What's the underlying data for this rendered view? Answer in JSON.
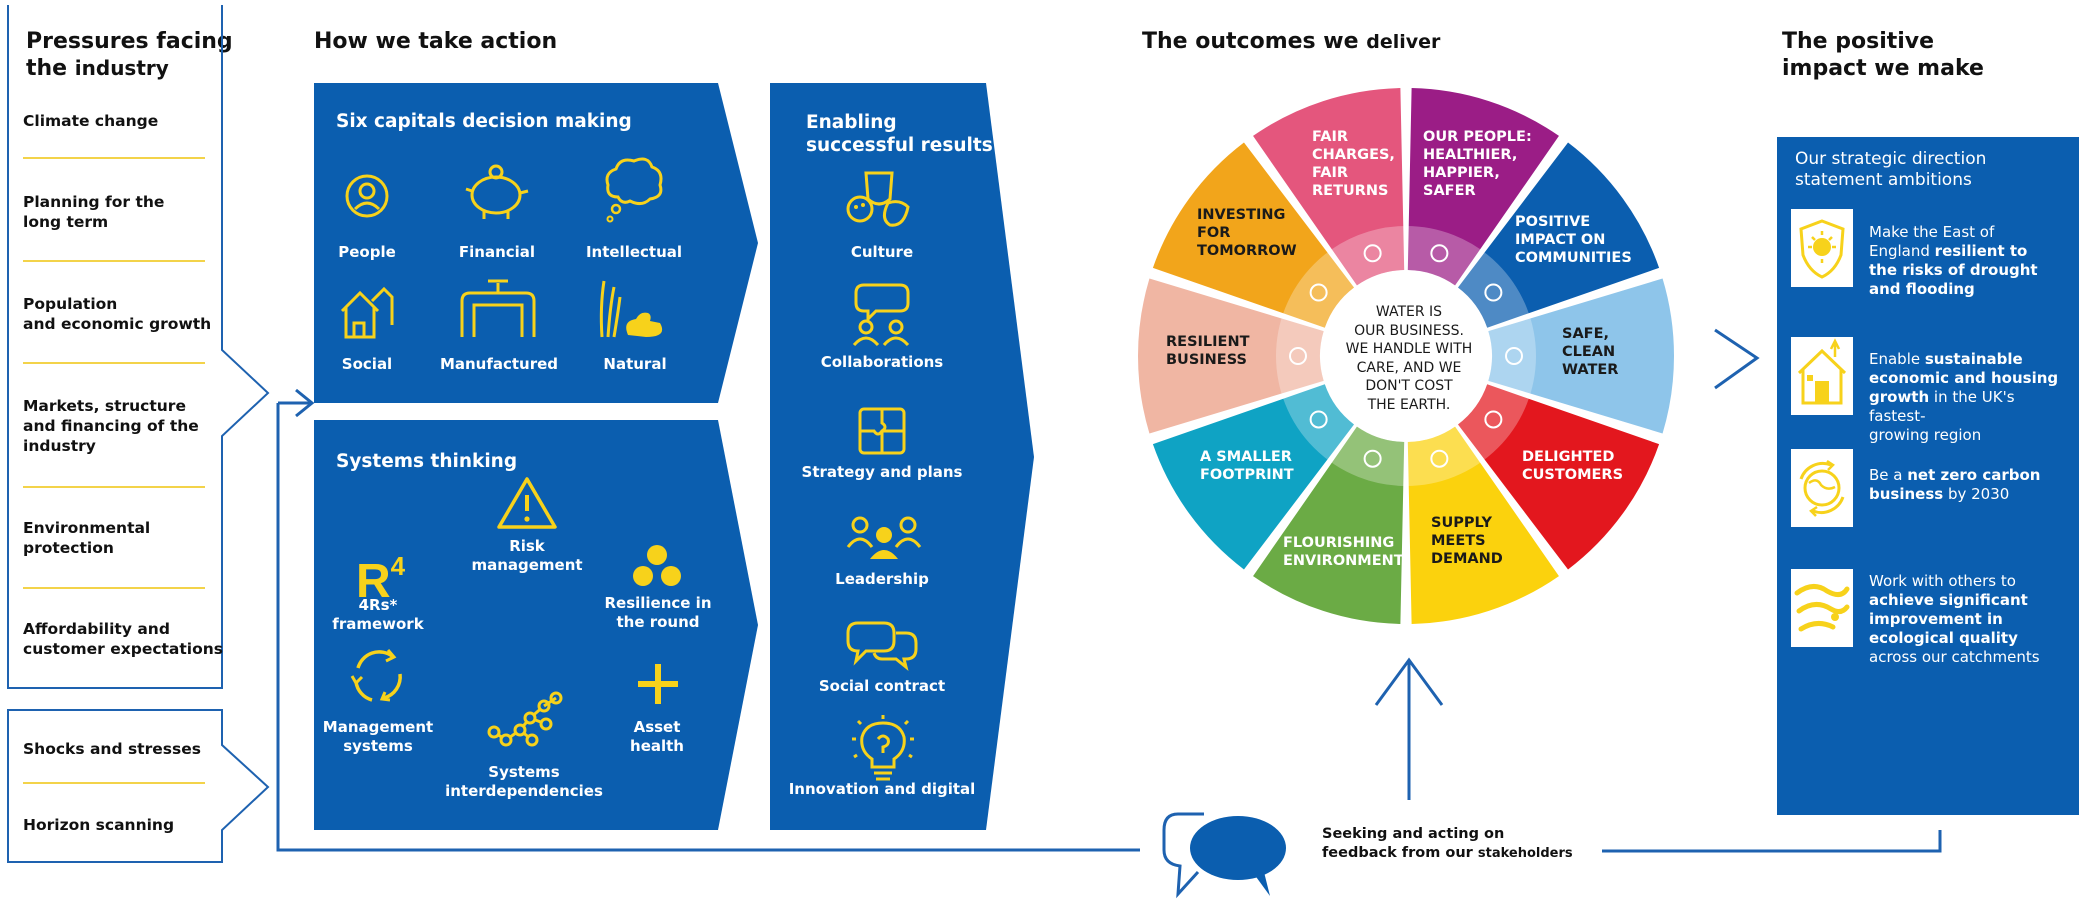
{
  "colors": {
    "brand_blue": "#0b5eaf",
    "accent_yellow": "#f7d21b",
    "outline_blue": "#1e62b0"
  },
  "pressures": {
    "title_line1": "Pressures facing",
    "title_line2a": "the",
    "title_line2b": "industry",
    "items": [
      {
        "line1": "Climate change",
        "line2": ""
      },
      {
        "line1": "Planning for the",
        "line2": "long term"
      },
      {
        "line1": "Population",
        "line2": "and economic growth"
      },
      {
        "line1": "Markets, structure",
        "line2": "and financing of the",
        "line3": "industry"
      },
      {
        "line1": "Environmental",
        "line2": "protection"
      },
      {
        "line1": "Affordability and",
        "line2": "customer expectations"
      }
    ],
    "shocks": [
      "Shocks and stresses",
      "Horizon scanning"
    ]
  },
  "action": {
    "title": "How we take action",
    "six_capitals": {
      "title": "Six capitals decision making",
      "items": [
        {
          "label": "People",
          "icon": "person-icon"
        },
        {
          "label": "Financial",
          "icon": "piggy-bank-icon"
        },
        {
          "label": "Intellectual",
          "icon": "thought-cloud-icon"
        },
        {
          "label": "Social",
          "icon": "houses-icon"
        },
        {
          "label": "Manufactured",
          "icon": "pipeline-icon"
        },
        {
          "label": "Natural",
          "icon": "duck-reeds-icon"
        }
      ]
    },
    "systems": {
      "title": "Systems thinking",
      "r4_main": "R",
      "r4_sup": "4",
      "items": [
        {
          "line1": "Risk",
          "line2": "management",
          "icon": "warning-icon"
        },
        {
          "line1": "4Rs*",
          "line2": "framework",
          "icon": "r4-icon"
        },
        {
          "line1": "Resilience in",
          "line2": "the round",
          "icon": "three-circles-icon"
        },
        {
          "line1": "Management",
          "line2": "systems",
          "icon": "cycle-arrows-icon"
        },
        {
          "line1": "Systems",
          "line2": "interdependencies",
          "icon": "network-icon"
        },
        {
          "line1": "Asset",
          "line2": "health",
          "icon": "plus-icon"
        }
      ]
    },
    "enabling": {
      "title_line1": "Enabling",
      "title_line2": "successful results",
      "items": [
        {
          "label": "Culture",
          "icon": "masks-icon"
        },
        {
          "label": "Collaborations",
          "icon": "people-chat-icon"
        },
        {
          "label": "Strategy and plans",
          "icon": "puzzle-icon"
        },
        {
          "label": "Leadership",
          "icon": "group-icon"
        },
        {
          "label": "Social contract",
          "icon": "speech-bubbles-icon"
        },
        {
          "label": "Innovation and digital",
          "icon": "lightbulb-icon"
        }
      ]
    }
  },
  "outcomes": {
    "title_a": "The outcomes we",
    "title_b": "deliver",
    "center": [
      "WATER IS",
      "OUR BUSINESS.",
      "WE HANDLE WITH",
      "CARE, AND WE",
      "DON'T COST",
      "THE EARTH."
    ],
    "segments": [
      {
        "lines": [
          "OUR PEOPLE:",
          "HEALTHIER,",
          "HAPPIER,",
          "SAFER"
        ],
        "color": "#9b1d86",
        "icon": "heart-icon"
      },
      {
        "lines": [
          "POSITIVE",
          "IMPACT ON",
          "COMMUNITIES"
        ],
        "color": "#0b5eaf",
        "icon": "bar-chart-icon"
      },
      {
        "lines": [
          "SAFE,",
          "CLEAN",
          "WATER"
        ],
        "color": "#8ec5ea",
        "icon": "glass-icon"
      },
      {
        "lines": [
          "DELIGHTED",
          "CUSTOMERS"
        ],
        "color": "#e3171e",
        "icon": "quote-icon"
      },
      {
        "lines": [
          "SUPPLY",
          "MEETS",
          "DEMAND"
        ],
        "color": "#fbd20d",
        "icon": "tap-icon"
      },
      {
        "lines": [
          "FLOURISHING",
          "ENVIRONMENT"
        ],
        "color": "#6bab45",
        "icon": "flower-icon"
      },
      {
        "lines": [
          "A SMALLER",
          "FOOTPRINT"
        ],
        "color": "#0fa3c4",
        "icon": "footprint-icon"
      },
      {
        "lines": [
          "RESILIENT",
          "BUSINESS"
        ],
        "color": "#f0b6a3",
        "icon": "shield-icon"
      },
      {
        "lines": [
          "INVESTING",
          "FOR",
          "TOMORROW"
        ],
        "color": "#f2a51b",
        "icon": "wrench-icon"
      },
      {
        "lines": [
          "FAIR",
          "CHARGES,",
          "FAIR",
          "RETURNS"
        ],
        "color": "#e4567d",
        "icon": "wallet-icon"
      }
    ]
  },
  "impact": {
    "title_line1": "The positive",
    "title_line2": "impact we make",
    "panel_title_line1": "Our strategic direction",
    "panel_title_line2": "statement ambitions",
    "ambitions": [
      {
        "icon": "shield-sun-icon",
        "lines": [
          [
            "Make the East of",
            ""
          ],
          [
            "England ",
            "resilient to"
          ],
          [
            "",
            "the risks of drought"
          ],
          [
            "",
            "and flooding"
          ]
        ]
      },
      {
        "icon": "house-growth-icon",
        "lines": [
          [
            "Enable ",
            "sustainable"
          ],
          [
            "",
            "economic and housing"
          ],
          [
            "",
            "growth",
            " in the UK's fastest-"
          ],
          [
            "growing region",
            ""
          ]
        ]
      },
      {
        "icon": "globe-cycle-icon",
        "lines": [
          [
            "Be a ",
            "net zero carbon"
          ],
          [
            "",
            "business",
            " by 2030"
          ]
        ]
      },
      {
        "icon": "river-icon",
        "lines": [
          [
            "Work with others to",
            ""
          ],
          [
            "",
            "achieve significant"
          ],
          [
            "",
            "improvement in"
          ],
          [
            "",
            "ecological quality"
          ],
          [
            "across our catchments",
            ""
          ]
        ]
      }
    ]
  },
  "feedback": {
    "line1": "Seeking and acting on",
    "line2a": "feedback from our",
    "line2b": "stakeholders",
    "icon": "speech-bubbles-icon"
  }
}
